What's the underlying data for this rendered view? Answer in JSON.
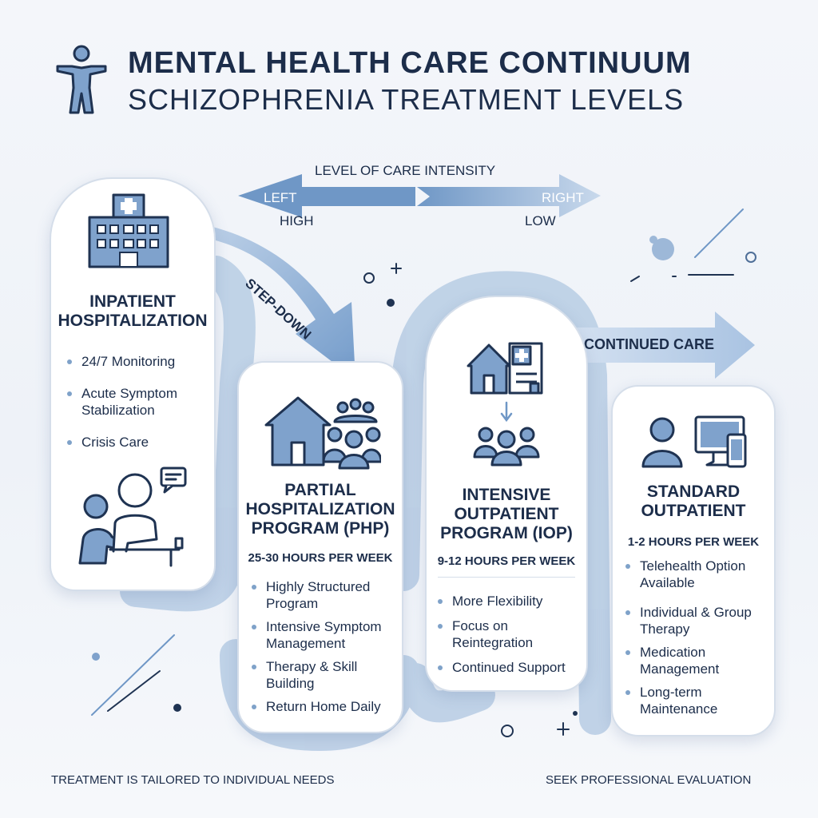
{
  "header": {
    "title": "MENTAL HEALTH CARE CONTINUUM",
    "subtitle": "SCHIZOPHRENIA TREATMENT LEVELS"
  },
  "intensity": {
    "label": "LEVEL OF CARE INTENSITY",
    "left": "LEFT",
    "right": "RIGHT",
    "high": "HIGH",
    "low": "LOW"
  },
  "flow": {
    "step_down": "STEP-DOWN",
    "continued_care": "CONTINUED CARE"
  },
  "levels": [
    {
      "title_lines": [
        "INPATIENT",
        "HOSPITALIZATION"
      ],
      "hours": "",
      "items": [
        "24/7 Monitoring",
        "Acute Symptom Stabilization",
        "Crisis Care"
      ]
    },
    {
      "title_lines": [
        "PARTIAL",
        "HOSPITALIZATION",
        "PROGRAM (PHP)"
      ],
      "hours": "25-30 HOURS PER WEEK",
      "items": [
        "Highly Structured Program",
        "Intensive Symptom Management",
        "Therapy & Skill Building",
        "Return Home Daily"
      ]
    },
    {
      "title_lines": [
        "INTENSIVE",
        "OUTPATIENT",
        "PROGRAM (IOP)"
      ],
      "hours": "9-12 HOURS PER WEEK",
      "items": [
        "More Flexibility",
        "Focus on Reintegration",
        "Continued Support"
      ]
    },
    {
      "title_lines": [
        "STANDARD",
        "OUTPATIENT"
      ],
      "hours": "1-2 HOURS PER WEEK",
      "items": [
        "Telehealth Option Available",
        "Individual & Group Therapy",
        "Medication Management",
        "Long-term Maintenance"
      ]
    }
  ],
  "footer": {
    "left": "TREATMENT IS TAILORED TO INDIVIDUAL NEEDS",
    "right": "SEEK PROFESSIONAL EVALUATION"
  },
  "colors": {
    "accent": "#6f9bcb",
    "icon_fill": "#7fa2cc",
    "icon_stroke": "#1f3352",
    "ribbon": "#b7cce4"
  },
  "icons": [
    "person-icon",
    "hospital-icon",
    "clinician-chat-icon",
    "home-group-icon",
    "home-clinic-icon",
    "group-icon",
    "telehealth-icon"
  ]
}
